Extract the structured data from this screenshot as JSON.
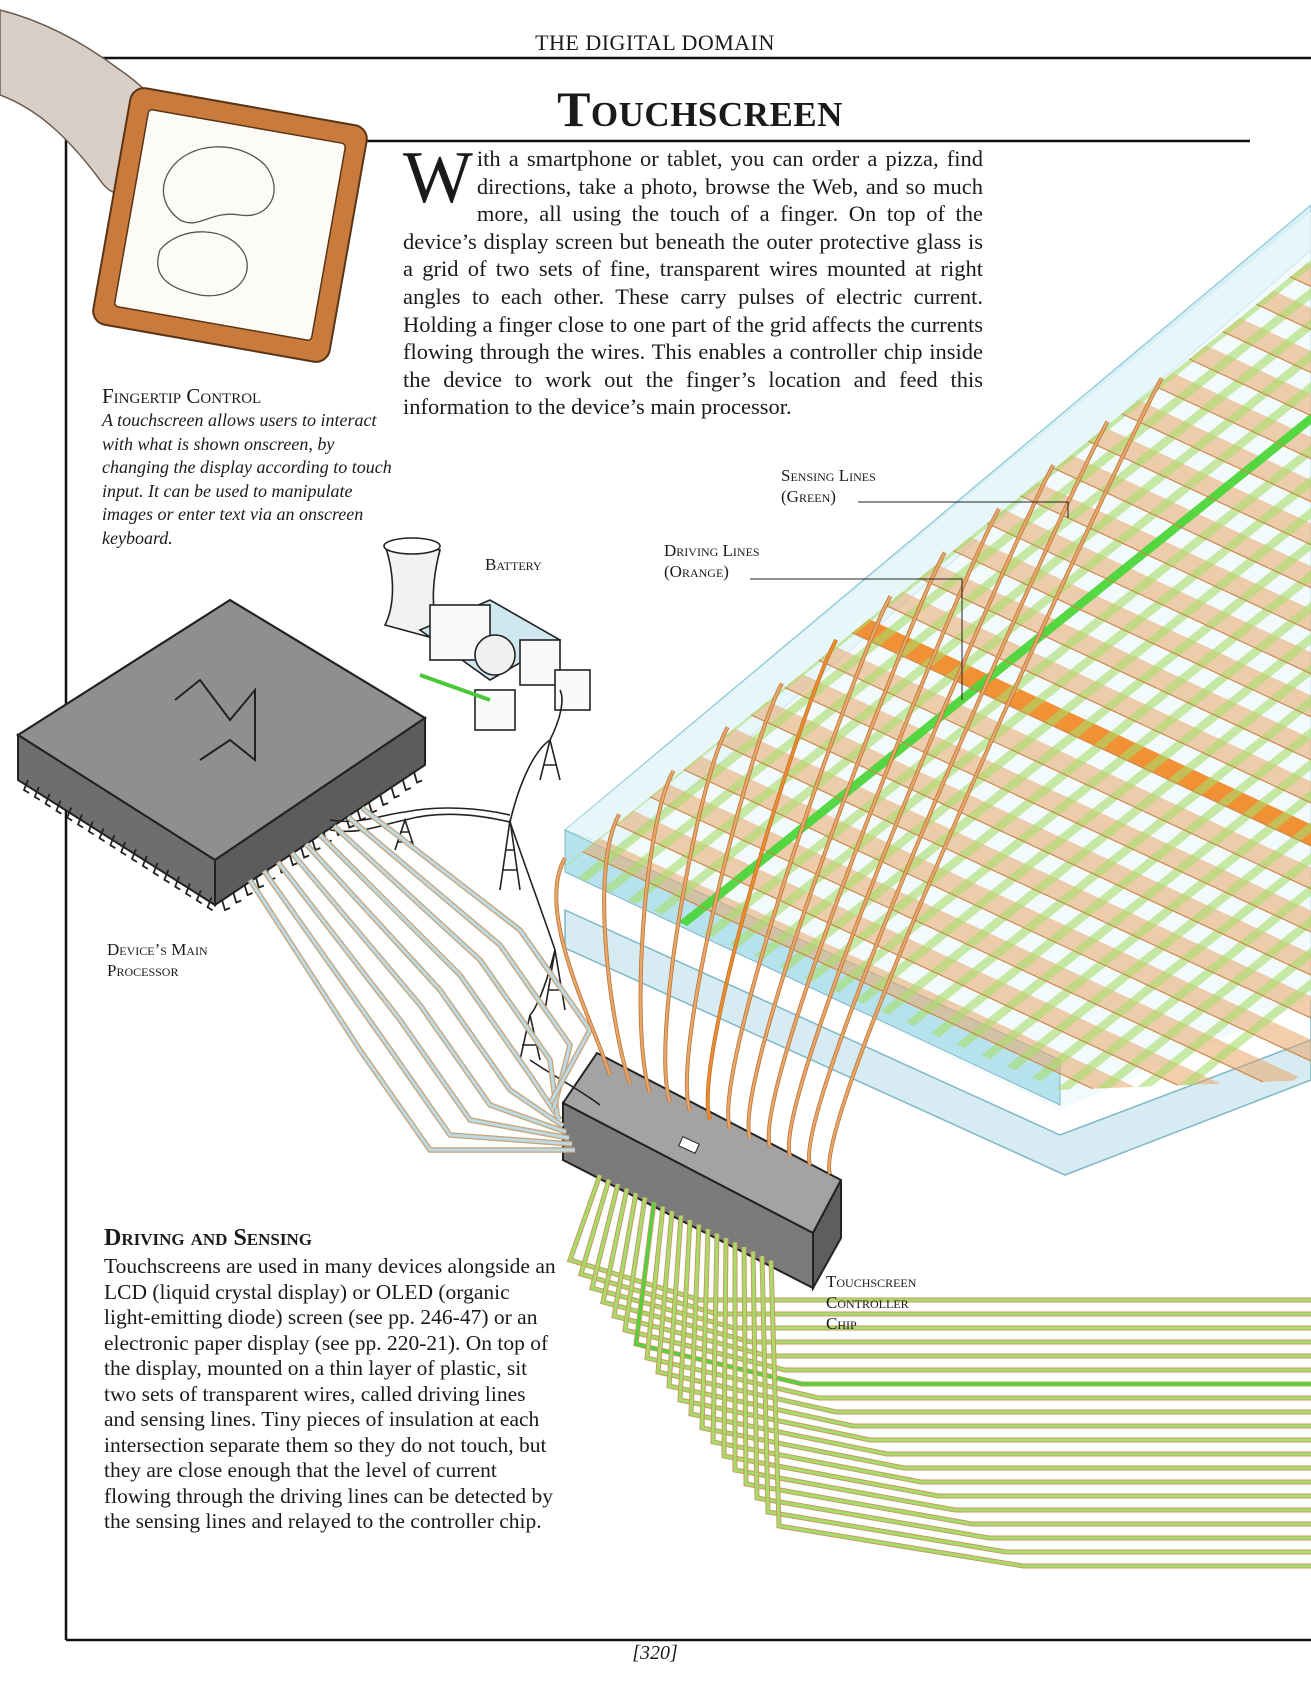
{
  "header": {
    "running_head": "THE DIGITAL DOMAIN",
    "title": "Touchscreen"
  },
  "intro": {
    "dropcap": "W",
    "text": "ith a smartphone or tablet, you can order a pizza, find directions, take a photo, browse the Web, and so much more, all using the touch of a finger. On top of the device’s display screen but beneath the outer protective glass is a grid of two sets of fine, transparent wires mounted at right angles to each other. These carry pulses of electric current. Holding a finger close to one part of the grid affects the currents flowing through the wires. This enables a controller chip inside the device to work out the finger’s location and feed this information to the device’s main processor."
  },
  "sidebar": {
    "heading": "Fingertip Control",
    "body": "A touchscreen allows users to interact with what is shown onscreen, by changing the display according to touch input. It can be used to manipulate images or enter text via an onscreen keyboard."
  },
  "section": {
    "heading": "Driving and Sensing",
    "body": "Touchscreens are used in many devices alongside an LCD (liquid crystal display) or OLED (organic light-emitting diode) screen (see pp. 246-47) or an electronic paper display (see pp. 220-21). On top of the display, mounted on a thin layer of plastic, sit two sets of transparent wires, called driving lines and sensing lines. Tiny pieces of insulation at each intersection separate them so they do not touch, but they are close enough that the level of current flowing through the driving lines can be detected by the sensing lines and relayed to the controller chip."
  },
  "labels": {
    "sensing_1": "Sensing Lines",
    "sensing_2": "(Green)",
    "driving_1": "Driving Lines",
    "driving_2": "(Orange)",
    "battery": "Battery",
    "processor_1": "Device’s Main",
    "processor_2": "Processor",
    "controller_1": "Touchscreen",
    "controller_2": "Controller",
    "controller_3": "Chip"
  },
  "footer": {
    "page_number": "[320]"
  },
  "colors": {
    "driving": "#e8a66a",
    "driving_active": "#f08a2a",
    "sensing": "#a6dd6a",
    "sensing_active": "#4cd63a",
    "glass": "#a9dbe8",
    "chip": "#8e8e8e"
  }
}
